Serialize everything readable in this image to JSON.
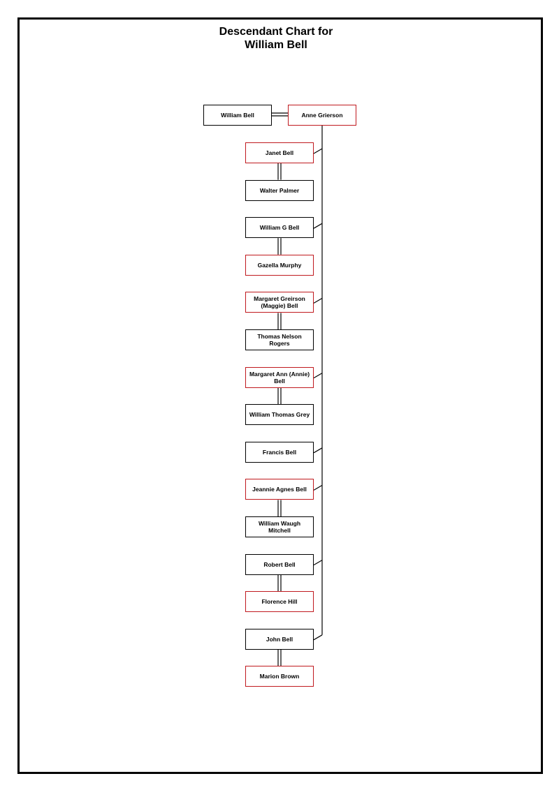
{
  "title": {
    "line1": "Descendant Chart for",
    "line2": "William Bell"
  },
  "colors": {
    "male_border": "#000000",
    "female_border": "#c0191e",
    "line": "#000000"
  },
  "root": {
    "husband": {
      "name": "William Bell",
      "sex": "male"
    },
    "wife": {
      "name": "Anne Grierson",
      "sex": "female"
    }
  },
  "children": [
    {
      "name": "Janet Bell",
      "sex": "female",
      "spouse": {
        "name": "Walter Palmer",
        "sex": "male"
      }
    },
    {
      "name": "William G Bell",
      "sex": "male",
      "spouse": {
        "name": "Gazella Murphy",
        "sex": "female"
      }
    },
    {
      "name": "Margaret Greirson (Maggie) Bell",
      "sex": "female",
      "spouse": {
        "name": "Thomas Nelson Rogers",
        "sex": "male"
      }
    },
    {
      "name": "Margaret Ann (Annie) Bell",
      "sex": "female",
      "spouse": {
        "name": "William Thomas Grey",
        "sex": "male"
      }
    },
    {
      "name": "Francis Bell",
      "sex": "male"
    },
    {
      "name": "Jeannie Agnes Bell",
      "sex": "female",
      "spouse": {
        "name": "William Waugh Mitchell",
        "sex": "male"
      }
    },
    {
      "name": "Robert Bell",
      "sex": "male",
      "spouse": {
        "name": "Florence Hill",
        "sex": "female"
      }
    },
    {
      "name": "John Bell",
      "sex": "male",
      "spouse": {
        "name": "Marion Brown",
        "sex": "female"
      }
    }
  ]
}
